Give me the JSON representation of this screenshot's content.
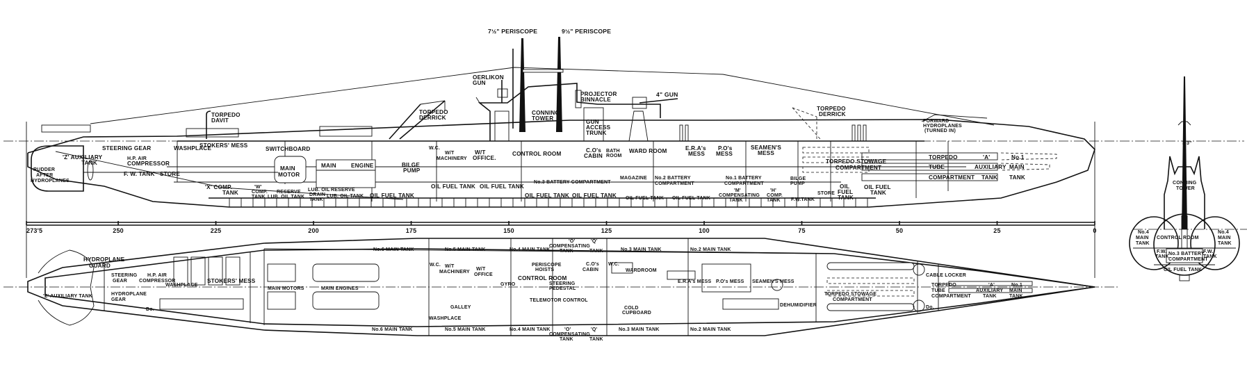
{
  "drawing": {
    "subject": "Submarine general arrangement",
    "views": [
      "profile",
      "plan",
      "cross-section"
    ]
  },
  "profile_labels": {
    "periscope_aft": "7½\" PERISCOPE",
    "periscope_fwd": "9½\" PERISCOPE",
    "oerlikon_1": "OERLIKON",
    "oerlikon_2": "GUN",
    "projector_1": "PROJECTOR",
    "projector_2": "BINNACLE",
    "gun4": "4\" GUN",
    "conning_1": "CONNING",
    "conning_2": "TOWER",
    "gun_access_1": "GUN",
    "gun_access_2": "ACCESS",
    "gun_access_3": "TRUNK",
    "torpedo_davit_1": "TORPEDO",
    "torpedo_davit_2": "DAVIT",
    "torpedo_derrick_aft_1": "TORPEDO",
    "torpedo_derrick_aft_2": "DERRICK",
    "torpedo_derrick_fwd_1": "TORPEDO",
    "torpedo_derrick_fwd_2": "DERRICK",
    "fwd_hydroplanes_1": "FORWARD",
    "fwd_hydroplanes_2": "HYDROPLANES",
    "fwd_hydroplanes_3": "(TURNED IN)",
    "steering_gear": "STEERING GEAR",
    "washplace": "WASHPLACE",
    "stokers_mess": "STOKERS' MESS",
    "switchboard": "SWITCHBOARD",
    "z_aux_1": "'Z' AUXILIARY",
    "z_aux_2": "TANK",
    "hp_air_1": "H.P. AIR",
    "hp_air_2": "COMPRESSOR",
    "rudder_1": "RUDDER",
    "rudder_2": "AFTER",
    "rudder_3": "HYDROPLANES",
    "fw_tank": "F. W. TANK",
    "store": "STORE",
    "x_comp_1": "'X' COMP.",
    "x_comp_2": "TANK",
    "w_comp_1": "'W'",
    "w_comp_2": "COMP.",
    "w_comp_3": "TANK",
    "reserve_lub_1": "RESERVE",
    "reserve_lub_2": "LUB. OIL TANK",
    "main_motor_1": "MAIN",
    "main_motor_2": "MOTOR",
    "lub_drain_1": "LUB. OIL",
    "lub_drain_2": "DRAIN",
    "lub_drain_3": "TANK",
    "reserve_lub_b_1": "RESERVE",
    "reserve_lub_b_2": "LUB. OIL TANK",
    "main": "MAIN",
    "engine": "ENGINE",
    "oil_fuel_tank_a": "OIL   FUEL   TANK",
    "bilge_pump_1": "BILGE",
    "bilge_pump_2": "PUMP",
    "wc": "W.C.",
    "wt_machinery_1": "W/T",
    "wt_machinery_2": "MACHINERY",
    "wt_office_1": "W/T",
    "wt_office_2": "OFFICE.",
    "oil_fuel_tank_b": "OIL  FUEL  TANK",
    "oil_fuel_tank_c": "OIL  FUEL  TANK",
    "control_room": "CONTROL ROOM",
    "no3_battery": "No.3  BATTERY  COMPARTMENT",
    "oil_fuel_tank_d": "OIL  FUEL  TANK",
    "oil_fuel_tank_e": "OIL  FUEL  TANK",
    "cos_cabin_1": "C.O's",
    "cos_cabin_2": "CABIN",
    "bathroom_1": "BATH",
    "bathroom_2": "ROOM",
    "ward_room": "WARD  ROOM",
    "magazine": "MAGAZINE",
    "no2_battery_1": "No.2  BATTERY",
    "no2_battery_2": "COMPARTMENT",
    "oil_fuel_tank_f": "OIL  FUEL  TANK",
    "oil_fuel_tank_g": "OIL  FUEL  TANK",
    "era_mess_1": "E.R.A's",
    "era_mess_2": "MESS",
    "po_mess_1": "P.O's",
    "po_mess_2": "MESS",
    "seamens_mess_1": "SEAMEN'S",
    "seamens_mess_2": "MESS",
    "no1_battery_1": "No.1  BATTERY",
    "no1_battery_2": "COMPARTMENT",
    "m_comp_1": "'M'",
    "m_comp_2": "COMPENSATING",
    "m_comp_3": "TANK",
    "h_comp_1": "'H'",
    "h_comp_2": "COMP.",
    "h_comp_3": "TANK",
    "bilge_pump_fwd_1": "BILGE",
    "bilge_pump_fwd_2": "PUMP",
    "fw_tank_fwd": "F.W.TANK",
    "store_fwd": "STORE",
    "oil_fuel_fwd_1": "OIL",
    "oil_fuel_fwd_2": "FUEL",
    "oil_fuel_fwd_3": "TANK",
    "oil_fuel_fwd_b_1": "OIL  FUEL",
    "oil_fuel_fwd_b_2": "TANK",
    "torpedo_stowage_1": "TORPEDO  STOWAGE",
    "torpedo_stowage_2": "COMPARTMENT",
    "torpedo_tube_1": "TORPEDO",
    "torpedo_tube_2": "TUBE",
    "torpedo_tube_3": "COMPARTMENT",
    "a_aux_1": "'A'",
    "a_aux_2": "AUXILIARY",
    "a_aux_3": "TANK",
    "no1_main_1": "No.1",
    "no1_main_2": "MAIN",
    "no1_main_3": "TANK"
  },
  "scale": {
    "unit": "feet",
    "ticks": [
      "273'5",
      "250",
      "225",
      "200",
      "175",
      "150",
      "125",
      "100",
      "75",
      "50",
      "25",
      "0"
    ]
  },
  "plan_labels": {
    "hydroplane_guard_1": "HYDROPLANE",
    "hydroplane_guard_2": "GUARD",
    "steering_gear_1": "STEERING",
    "steering_gear_2": "GEAR",
    "hp_air_1": "H.P. AIR",
    "hp_air_2": "COMPRESSOR",
    "washplace": "WASHPLACE",
    "z_aux": "'Z' AUXILIARY  TANK",
    "hydroplane_gear_1": "HYDROPLANE",
    "hydroplane_gear_2": "GEAR",
    "ditto": "Do.",
    "stokers_mess": "STOKERS' MESS",
    "main_motors": "MAIN MOTORS",
    "main_engines": "MAIN  ENGINES",
    "no6_top": "No.6  MAIN  TANK",
    "no5_top": "No.5  MAIN  TANK",
    "no4_top": "No.4 MAIN TANK",
    "o_comp_top_1": "'O'",
    "o_comp_top_2": "COMPENSATING",
    "o_comp_top_3": "TANK",
    "q_top_1": "'Q'",
    "q_top_2": "TANK",
    "no3_top": "No.3  MAIN  TANK",
    "no2_top": "No.2  MAIN  TANK",
    "no6_bot": "No.6  MAIN  TANK",
    "no5_bot": "No.5  MAIN  TANK",
    "no4_bot": "No.4 MAIN TANK",
    "o_comp_bot_1": "'O'",
    "o_comp_bot_2": "COMPENSATING",
    "o_comp_bot_3": "TANK",
    "q_bot_1": "'Q'",
    "q_bot_2": "TANK",
    "no3_bot": "No.3  MAIN  TANK",
    "no2_bot": "No.2  MAIN  TANK",
    "wc": "W.C.",
    "wt_machinery_1": "W/T",
    "wt_machinery_2": "MACHINERY",
    "wt_office_1": "W/T",
    "wt_office_2": "OFFICE",
    "gyro": "GYRO",
    "galley": "GALLEY",
    "washplace_b": "WASHPLACE",
    "periscope_hoists_1": "PERISCOPE",
    "periscope_hoists_2": "HOISTS",
    "control_room": "CONTROL  ROOM",
    "steering_pedestal_1": "STEERING",
    "steering_pedestal_2": "PEDESTAL",
    "telemotor": "TELEMOTOR CONTROL",
    "cos_cabin_1": "C.O's",
    "cos_cabin_2": "CABIN",
    "wc_b": "W.C.",
    "wardroom": "WARDROOM",
    "cold_cupboard_1": "COLD",
    "cold_cupboard_2": "CUPBOARD",
    "era_mess": "E.R.A's MESS",
    "po_mess": "P.O's MESS",
    "seamens_mess": "SEAMEN'S MESS",
    "dehumidifier": "DEHUMIDIFIER",
    "torpedo_stowage_1": "TORPEDO  STOWAGE",
    "torpedo_stowage_2": "COMPARTMENT",
    "cable_locker": "CABLE LOCKER",
    "ditto_b": "Do.",
    "torpedo_tube_1": "TORPEDO",
    "torpedo_tube_2": "TUBE",
    "torpedo_tube_3": "COMPARTMENT",
    "a_aux_1": "'A'",
    "a_aux_2": "AUXILIARY",
    "a_aux_3": "TANK",
    "no1_main_1": "No.1",
    "no1_main_2": "MAIN",
    "no1_main_3": "TANK"
  },
  "section_labels": {
    "frame": "3'3\"",
    "conning_1": "CONNING",
    "conning_2": "TOWER",
    "no4_left_1": "No.4",
    "no4_left_2": "MAIN",
    "no4_left_3": "TANK",
    "no4_right_1": "No.4",
    "no4_right_2": "MAIN",
    "no4_right_3": "TANK",
    "control_room": "CONTROL  ROOM",
    "fw_left_1": "F.W.",
    "fw_left_2": "TANK",
    "fw_right_1": "F.W.",
    "fw_right_2": "TANK",
    "battery_1": "No.3 BATTERY",
    "battery_2": "COMPARTMENT",
    "oil_fuel": "OIL FUEL TANK"
  }
}
